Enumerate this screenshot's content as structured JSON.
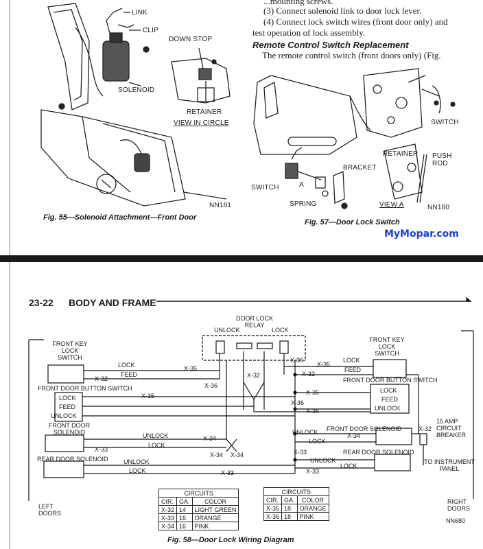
{
  "top_left_figure": {
    "labels": {
      "link": "LINK",
      "clip": "CLIP",
      "solenoid": "SOLENOID",
      "down_stop": "DOWN STOP",
      "retainer": "RETAINER",
      "view_in_circle": "VIEW IN CIRCLE",
      "code": "NN181"
    },
    "caption": "Fig. 55—Solenoid Attachment—Front Door"
  },
  "text": {
    "line0": "...mounting screws.",
    "step3": "(3)  Connect solenoid link to door lock lever.",
    "step4a": "(4)  Connect lock switch wires (front door only) and",
    "step4b": "test operation of lock assembly.",
    "heading": "Remote Control Switch Replacement",
    "para": "The remote control switch (front doors only) (Fig."
  },
  "top_right_figure": {
    "labels": {
      "switch_r": "SWITCH",
      "retainer": "RETAINER",
      "push_rod": "PUSH ROD",
      "bracket": "BRACKET",
      "switch_l": "SWITCH",
      "a": "A",
      "spring": "SPRING",
      "view_a": "VIEW A",
      "code": "NN180"
    },
    "caption": "Fig. 57—Door Lock Switch"
  },
  "watermark": "MyMopar.com",
  "page": {
    "number": "23-22",
    "title": "BODY AND FRAME"
  },
  "wiring": {
    "relay": "DOOR LOCK RELAY",
    "relay_unlock": "UNLOCK",
    "relay_lock": "LOCK",
    "front_key_lock_switch": "FRONT KEY LOCK SWITCH",
    "front_door_button_switch": "FRONT DOOR BUTTON SWITCH",
    "front_door_solenoid": "FRONT DOOR SOLENOID",
    "rear_door_solenoid": "REAR DOOR SOLENOID",
    "lock": "LOCK",
    "feed": "FEED",
    "unlock": "UNLOCK",
    "x32": "X-32",
    "x33": "X-33",
    "x34": "X-34",
    "x35": "X-35",
    "x36": "X-36",
    "breaker": "15 AMP CIRCUIT BREAKER",
    "instrument": "TO INSTRUMENT PANEL",
    "left_doors": "LEFT DOORS",
    "right_doors": "RIGHT DOORS",
    "code": "NN680",
    "caption": "Fig. 58—Door Lock Wiring Diagram"
  },
  "circuits_left": {
    "title": "CIRCUITS",
    "headers": [
      "CIR.",
      "GA.",
      "COLOR"
    ],
    "rows": [
      [
        "X-32",
        "14",
        "LIGHT GREEN"
      ],
      [
        "X-33",
        "16",
        "ORANGE"
      ],
      [
        "X-34",
        "16",
        "PINK"
      ]
    ]
  },
  "circuits_right": {
    "title": "CIRCUITS",
    "headers": [
      "CIR.",
      "GA.",
      "COLOR"
    ],
    "rows": [
      [
        "X-35",
        "18",
        "ORANGE"
      ],
      [
        "X-36",
        "18",
        "PINK"
      ]
    ]
  }
}
